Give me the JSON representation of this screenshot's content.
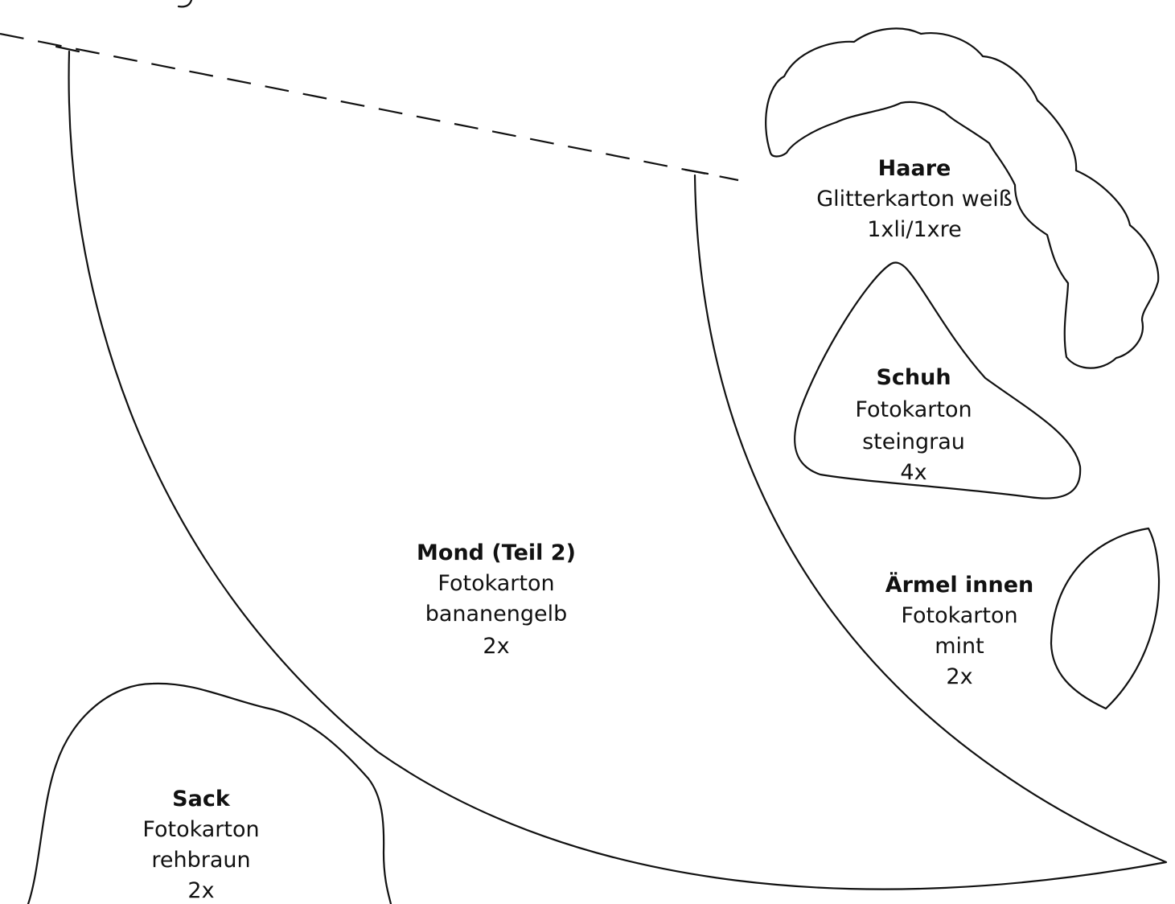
{
  "pieces": [
    {
      "name": "Haare",
      "material": "Glitterkarton weiß",
      "count": "1xli/1xre"
    },
    {
      "name": "Schuh",
      "material": "Fotokarton",
      "color": "steingrau",
      "count": "4x"
    },
    {
      "name": "Mond (Teil 2)",
      "material": "Fotokarton",
      "color": "bananengelb",
      "count": "2x"
    },
    {
      "name": "Ärmel innen",
      "material": "Fotokarton",
      "color": "mint",
      "count": "2x"
    },
    {
      "name": "Sack",
      "material": "Fotokarton",
      "color": "rehbraun",
      "count": "2x"
    }
  ],
  "colors": {
    "line": "#111111",
    "background": "#ffffff"
  }
}
